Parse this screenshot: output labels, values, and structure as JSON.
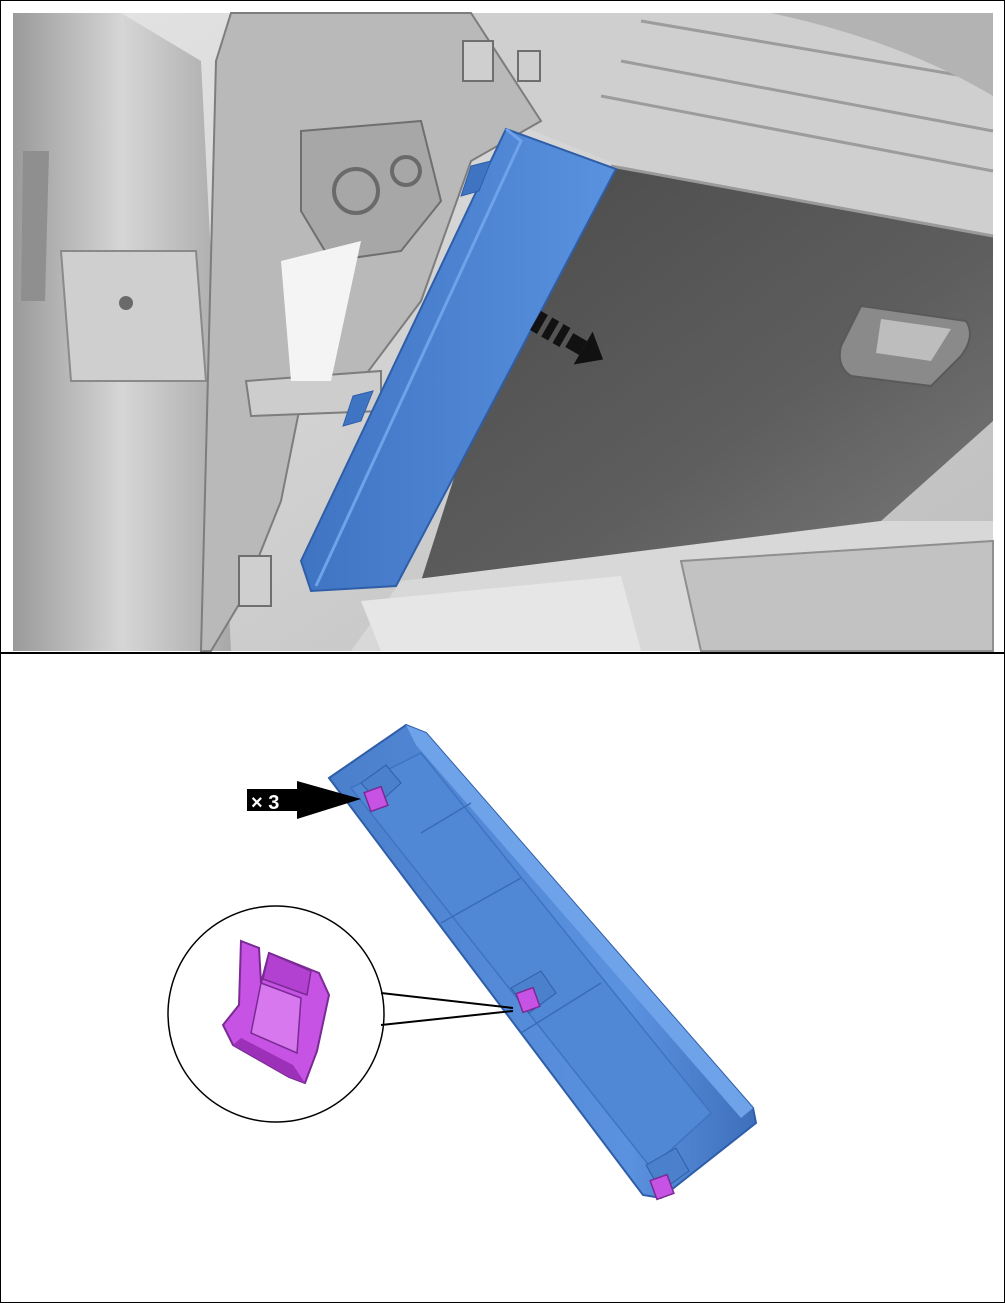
{
  "procedure": {
    "step_top": {
      "caption": "",
      "direction_arrow_icon": "arrow-dashed-right-down"
    },
    "step_bottom": {
      "callout_label": "× 3",
      "clip_icon": "magenta-retaining-clip"
    }
  },
  "colors": {
    "panel_blue": "#4f86d4",
    "clip_magenta": "#c653e3",
    "dash_dark": "#3a3a3a",
    "dash_light": "#d9d9d9"
  }
}
